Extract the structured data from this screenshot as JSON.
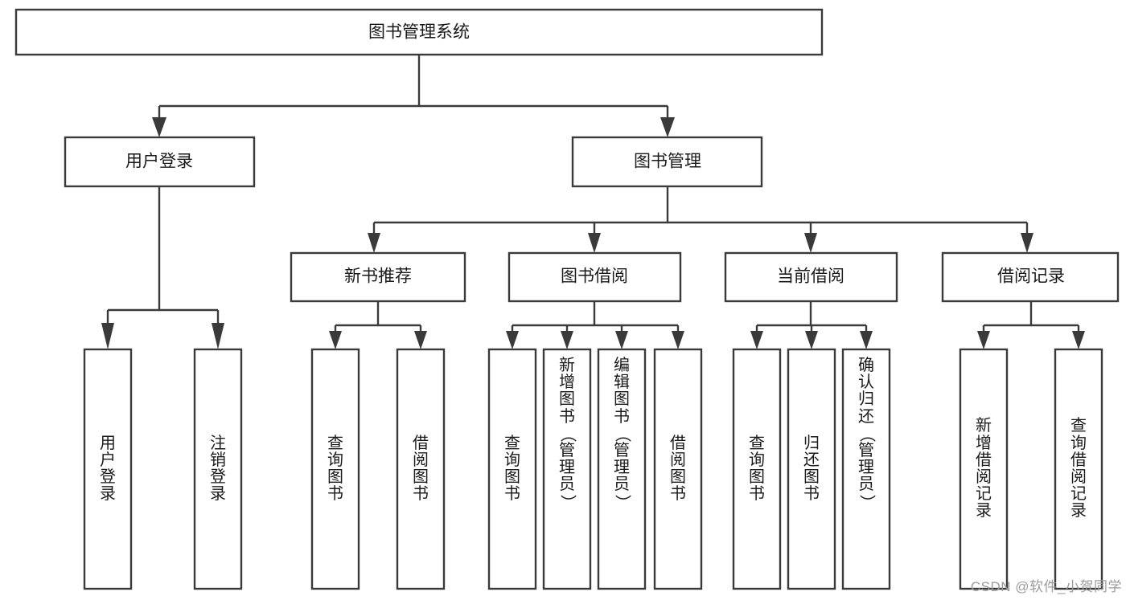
{
  "diagram": {
    "type": "tree",
    "title": "图书管理系统",
    "watermark": "CSDN @软件_小贺同学",
    "colors": {
      "box_stroke": "#3a3a3a",
      "box_fill": "#ffffff",
      "text": "#1a1a1a",
      "watermark": "#9b9b9b",
      "background": "#ffffff"
    },
    "root": {
      "label": "图书管理系统"
    },
    "level2": [
      {
        "label": "用户登录"
      },
      {
        "label": "图书管理"
      }
    ],
    "level3": [
      {
        "label": "新书推荐"
      },
      {
        "label": "图书借阅"
      },
      {
        "label": "当前借阅"
      },
      {
        "label": "借阅记录"
      }
    ],
    "leaves": {
      "user_login": [
        {
          "label": "用户登录"
        },
        {
          "label": "注销登录"
        }
      ],
      "new_book_recommend": [
        {
          "label": "查询图书"
        },
        {
          "label": "借阅图书"
        }
      ],
      "book_borrow": [
        {
          "label": "查询图书"
        },
        {
          "label": "新增图书（管理员）"
        },
        {
          "label": "编辑图书（管理员）"
        },
        {
          "label": "借阅图书"
        }
      ],
      "current_borrow": [
        {
          "label": "查询图书"
        },
        {
          "label": "归还图书"
        },
        {
          "label": "确认归还（管理员）"
        }
      ],
      "borrow_record": [
        {
          "label": "新增借阅记录"
        },
        {
          "label": "查询借阅记录"
        }
      ]
    }
  }
}
